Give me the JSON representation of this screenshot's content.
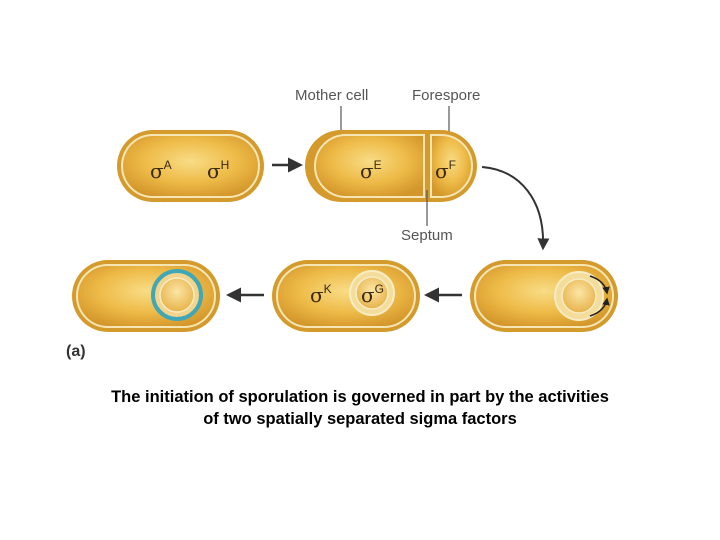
{
  "labels": {
    "mother_cell": "Mother cell",
    "forespore": "Forespore",
    "septum": "Septum",
    "panel": "(a)"
  },
  "sigma": {
    "symbol": "σ",
    "a": "A",
    "h": "H",
    "e": "E",
    "f": "F",
    "k": "K",
    "g": "G"
  },
  "caption": {
    "line1": "The initiation of sporulation is governed in part by the activities",
    "line2": "of two spatially separated sigma factors"
  },
  "colors": {
    "cell_fill": "#e9b440",
    "cell_center": "#f7d77e",
    "cell_edge": "#d3962a",
    "membrane": "#f6e6b4",
    "arrow": "#333333",
    "spore_ring": "#3fa7b5"
  }
}
